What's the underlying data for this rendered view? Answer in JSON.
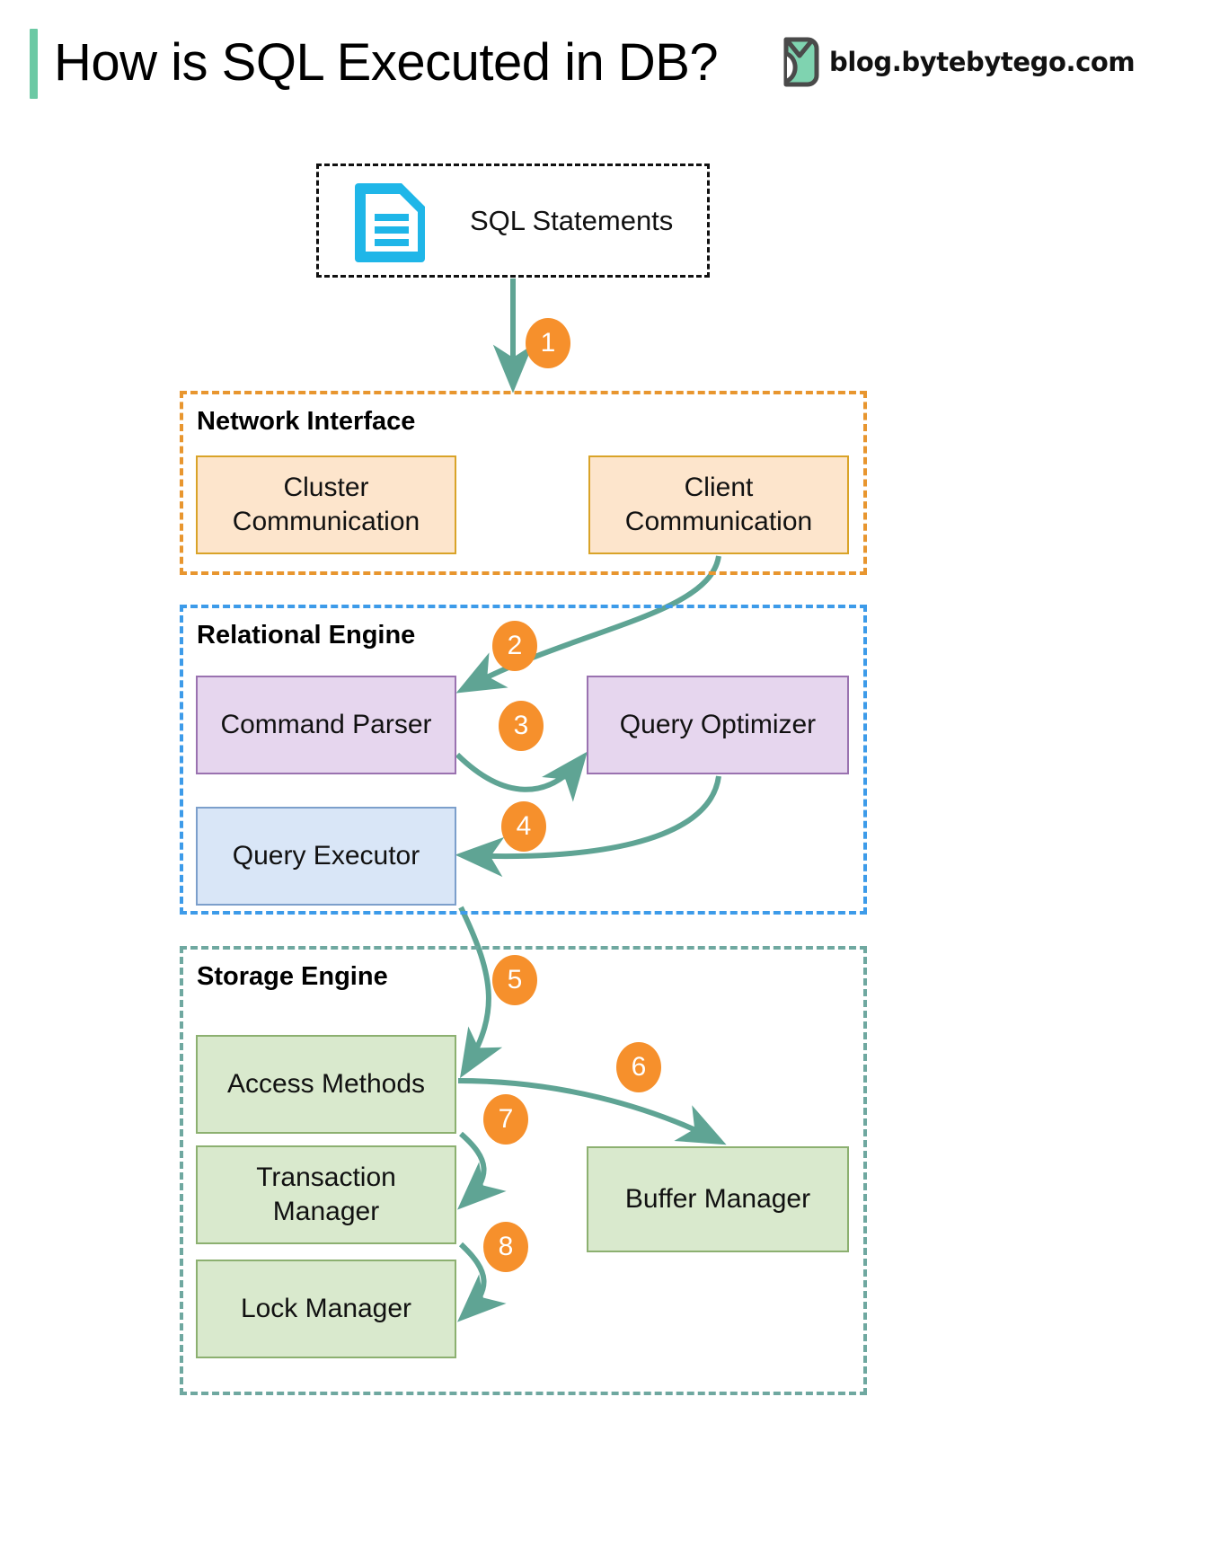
{
  "header": {
    "title": "How is SQL Executed in DB?",
    "brand": "blog.bytebytego.com",
    "accent_color": "#6CC9A4",
    "logo_icon": "bytebytego-logo-icon"
  },
  "source": {
    "label": "SQL Statements",
    "icon": "document-icon",
    "icon_color": "#1FB6E8",
    "border_style": "dashed-black"
  },
  "groups": [
    {
      "id": "network",
      "title": "Network Interface",
      "border_color": "#E8962F"
    },
    {
      "id": "relational",
      "title": "Relational Engine",
      "border_color": "#3D9BE9"
    },
    {
      "id": "storage",
      "title": "Storage Engine",
      "border_color": "#6FA8A0"
    }
  ],
  "nodes": {
    "cluster_communication": "Cluster\nCommunication",
    "cluster_line1": "Cluster",
    "cluster_line2": "Communication",
    "client_line1": "Client",
    "client_line2": "Communication",
    "command_parser": "Command Parser",
    "query_optimizer": "Query Optimizer",
    "query_executor": "Query Executor",
    "access_methods": "Access Methods",
    "transaction_line1": "Transaction",
    "transaction_line2": "Manager",
    "lock_manager": "Lock Manager",
    "buffer_manager": "Buffer Manager"
  },
  "steps": [
    {
      "n": "1",
      "from": "SQL Statements",
      "to": "Network Interface"
    },
    {
      "n": "2",
      "from": "Client Communication",
      "to": "Command Parser"
    },
    {
      "n": "3",
      "from": "Command Parser",
      "to": "Query Optimizer"
    },
    {
      "n": "4",
      "from": "Query Optimizer",
      "to": "Query Executor"
    },
    {
      "n": "5",
      "from": "Query Executor",
      "to": "Access Methods"
    },
    {
      "n": "6",
      "from": "Access Methods",
      "to": "Buffer Manager"
    },
    {
      "n": "7",
      "from": "Access Methods",
      "to": "Transaction Manager"
    },
    {
      "n": "8",
      "from": "Transaction Manager",
      "to": "Lock Manager"
    }
  ],
  "colors": {
    "arrow": "#5FA494",
    "badge": "#F6902C",
    "badge_text": "#FFFFFF",
    "node_orange_fill": "#FDE5CC",
    "node_orange_border": "#D9A328",
    "node_purple_fill": "#E6D6EE",
    "node_purple_border": "#9A72B0",
    "node_blue_fill": "#D9E6F7",
    "node_blue_border": "#7C9FCB",
    "node_green_fill": "#D9E9CD",
    "node_green_border": "#8CB070"
  }
}
